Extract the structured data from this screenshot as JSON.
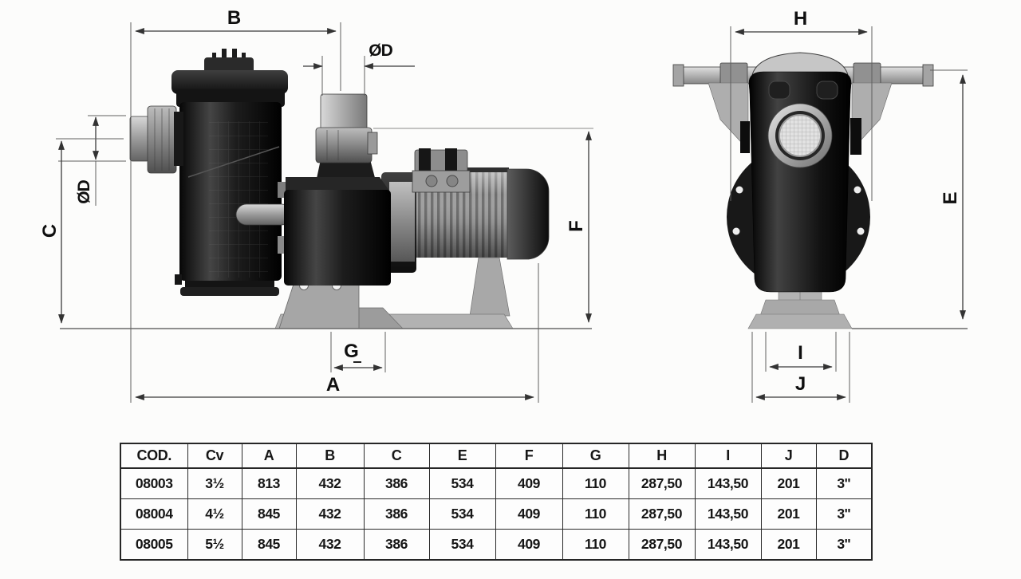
{
  "page": {
    "background": "#fcfcfb"
  },
  "diagram": {
    "side_view": {
      "dim_b": "B",
      "dim_d_top": "ØD",
      "dim_d_left": "ØD",
      "dim_c": "C",
      "dim_g": "G",
      "dim_a": "A",
      "dim_f": "F"
    },
    "front_view": {
      "dim_h": "H",
      "dim_e": "E",
      "dim_i": "I",
      "dim_j": "J"
    }
  },
  "table": {
    "headers": [
      "COD.",
      "Cv",
      "A",
      "B",
      "C",
      "E",
      "F",
      "G",
      "H",
      "I",
      "J",
      "D"
    ],
    "rows": [
      [
        "08003",
        "3½",
        "813",
        "432",
        "386",
        "534",
        "409",
        "110",
        "287,50",
        "143,50",
        "201",
        "3''"
      ],
      [
        "08004",
        "4½",
        "845",
        "432",
        "386",
        "534",
        "409",
        "110",
        "287,50",
        "143,50",
        "201",
        "3''"
      ],
      [
        "08005",
        "5½",
        "845",
        "432",
        "386",
        "534",
        "409",
        "110",
        "287,50",
        "143,50",
        "201",
        "3''"
      ]
    ]
  },
  "colors": {
    "dimension_line": "#3a3a3a",
    "label": "#0f0f0f",
    "table_border": "#262626",
    "pump_dark": "#111111",
    "metal_light": "#d6d6d6",
    "metal_mid": "#9a9a9a",
    "base_gray": "#aaaaaa"
  }
}
